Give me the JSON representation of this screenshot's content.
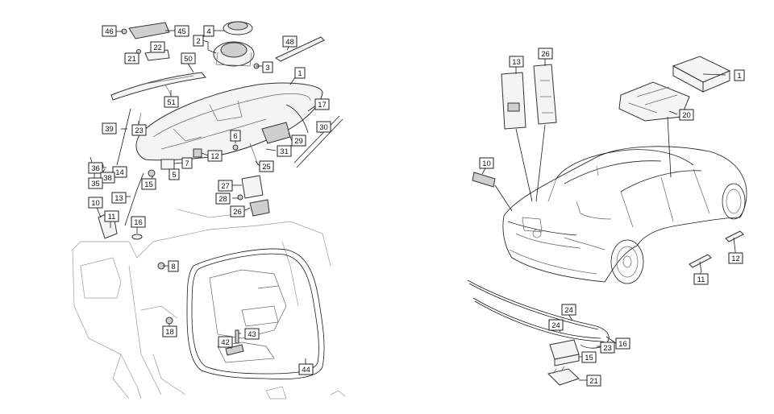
{
  "left_diagram": {
    "callouts": [
      {
        "id": "l46",
        "label": "46"
      },
      {
        "id": "l45",
        "label": "45"
      },
      {
        "id": "l4",
        "label": "4"
      },
      {
        "id": "l2",
        "label": "2"
      },
      {
        "id": "l48",
        "label": "48"
      },
      {
        "id": "l22",
        "label": "22"
      },
      {
        "id": "l21",
        "label": "21"
      },
      {
        "id": "l50",
        "label": "50"
      },
      {
        "id": "l3",
        "label": "3"
      },
      {
        "id": "l1",
        "label": "1"
      },
      {
        "id": "l51",
        "label": "51"
      },
      {
        "id": "l17",
        "label": "17"
      },
      {
        "id": "l39",
        "label": "39"
      },
      {
        "id": "l23",
        "label": "23"
      },
      {
        "id": "l30",
        "label": "30"
      },
      {
        "id": "l6",
        "label": "6"
      },
      {
        "id": "l29",
        "label": "29"
      },
      {
        "id": "l31",
        "label": "31"
      },
      {
        "id": "l12",
        "label": "12"
      },
      {
        "id": "l7",
        "label": "7"
      },
      {
        "id": "l36",
        "label": "36"
      },
      {
        "id": "l14",
        "label": "14"
      },
      {
        "id": "l5",
        "label": "5"
      },
      {
        "id": "l25",
        "label": "25"
      },
      {
        "id": "l38",
        "label": "38"
      },
      {
        "id": "l35",
        "label": "35"
      },
      {
        "id": "l15",
        "label": "15"
      },
      {
        "id": "l27",
        "label": "27"
      },
      {
        "id": "l13",
        "label": "13"
      },
      {
        "id": "l28",
        "label": "28"
      },
      {
        "id": "l10",
        "label": "10"
      },
      {
        "id": "l26",
        "label": "26"
      },
      {
        "id": "l11",
        "label": "11"
      },
      {
        "id": "l16",
        "label": "16"
      },
      {
        "id": "l8",
        "label": "8"
      },
      {
        "id": "l18",
        "label": "18"
      },
      {
        "id": "l43",
        "label": "43"
      },
      {
        "id": "l42",
        "label": "42"
      },
      {
        "id": "l44",
        "label": "44"
      }
    ]
  },
  "right_diagram": {
    "callouts": [
      {
        "id": "r13",
        "label": "13"
      },
      {
        "id": "r26",
        "label": "26"
      },
      {
        "id": "r1",
        "label": "1"
      },
      {
        "id": "r20",
        "label": "20"
      },
      {
        "id": "r10",
        "label": "10"
      },
      {
        "id": "r12",
        "label": "12"
      },
      {
        "id": "r11",
        "label": "11"
      },
      {
        "id": "r24a",
        "label": "24"
      },
      {
        "id": "r24b",
        "label": "24"
      },
      {
        "id": "r16",
        "label": "16"
      },
      {
        "id": "r23",
        "label": "23"
      },
      {
        "id": "r15",
        "label": "15"
      },
      {
        "id": "r21",
        "label": "21"
      }
    ]
  }
}
